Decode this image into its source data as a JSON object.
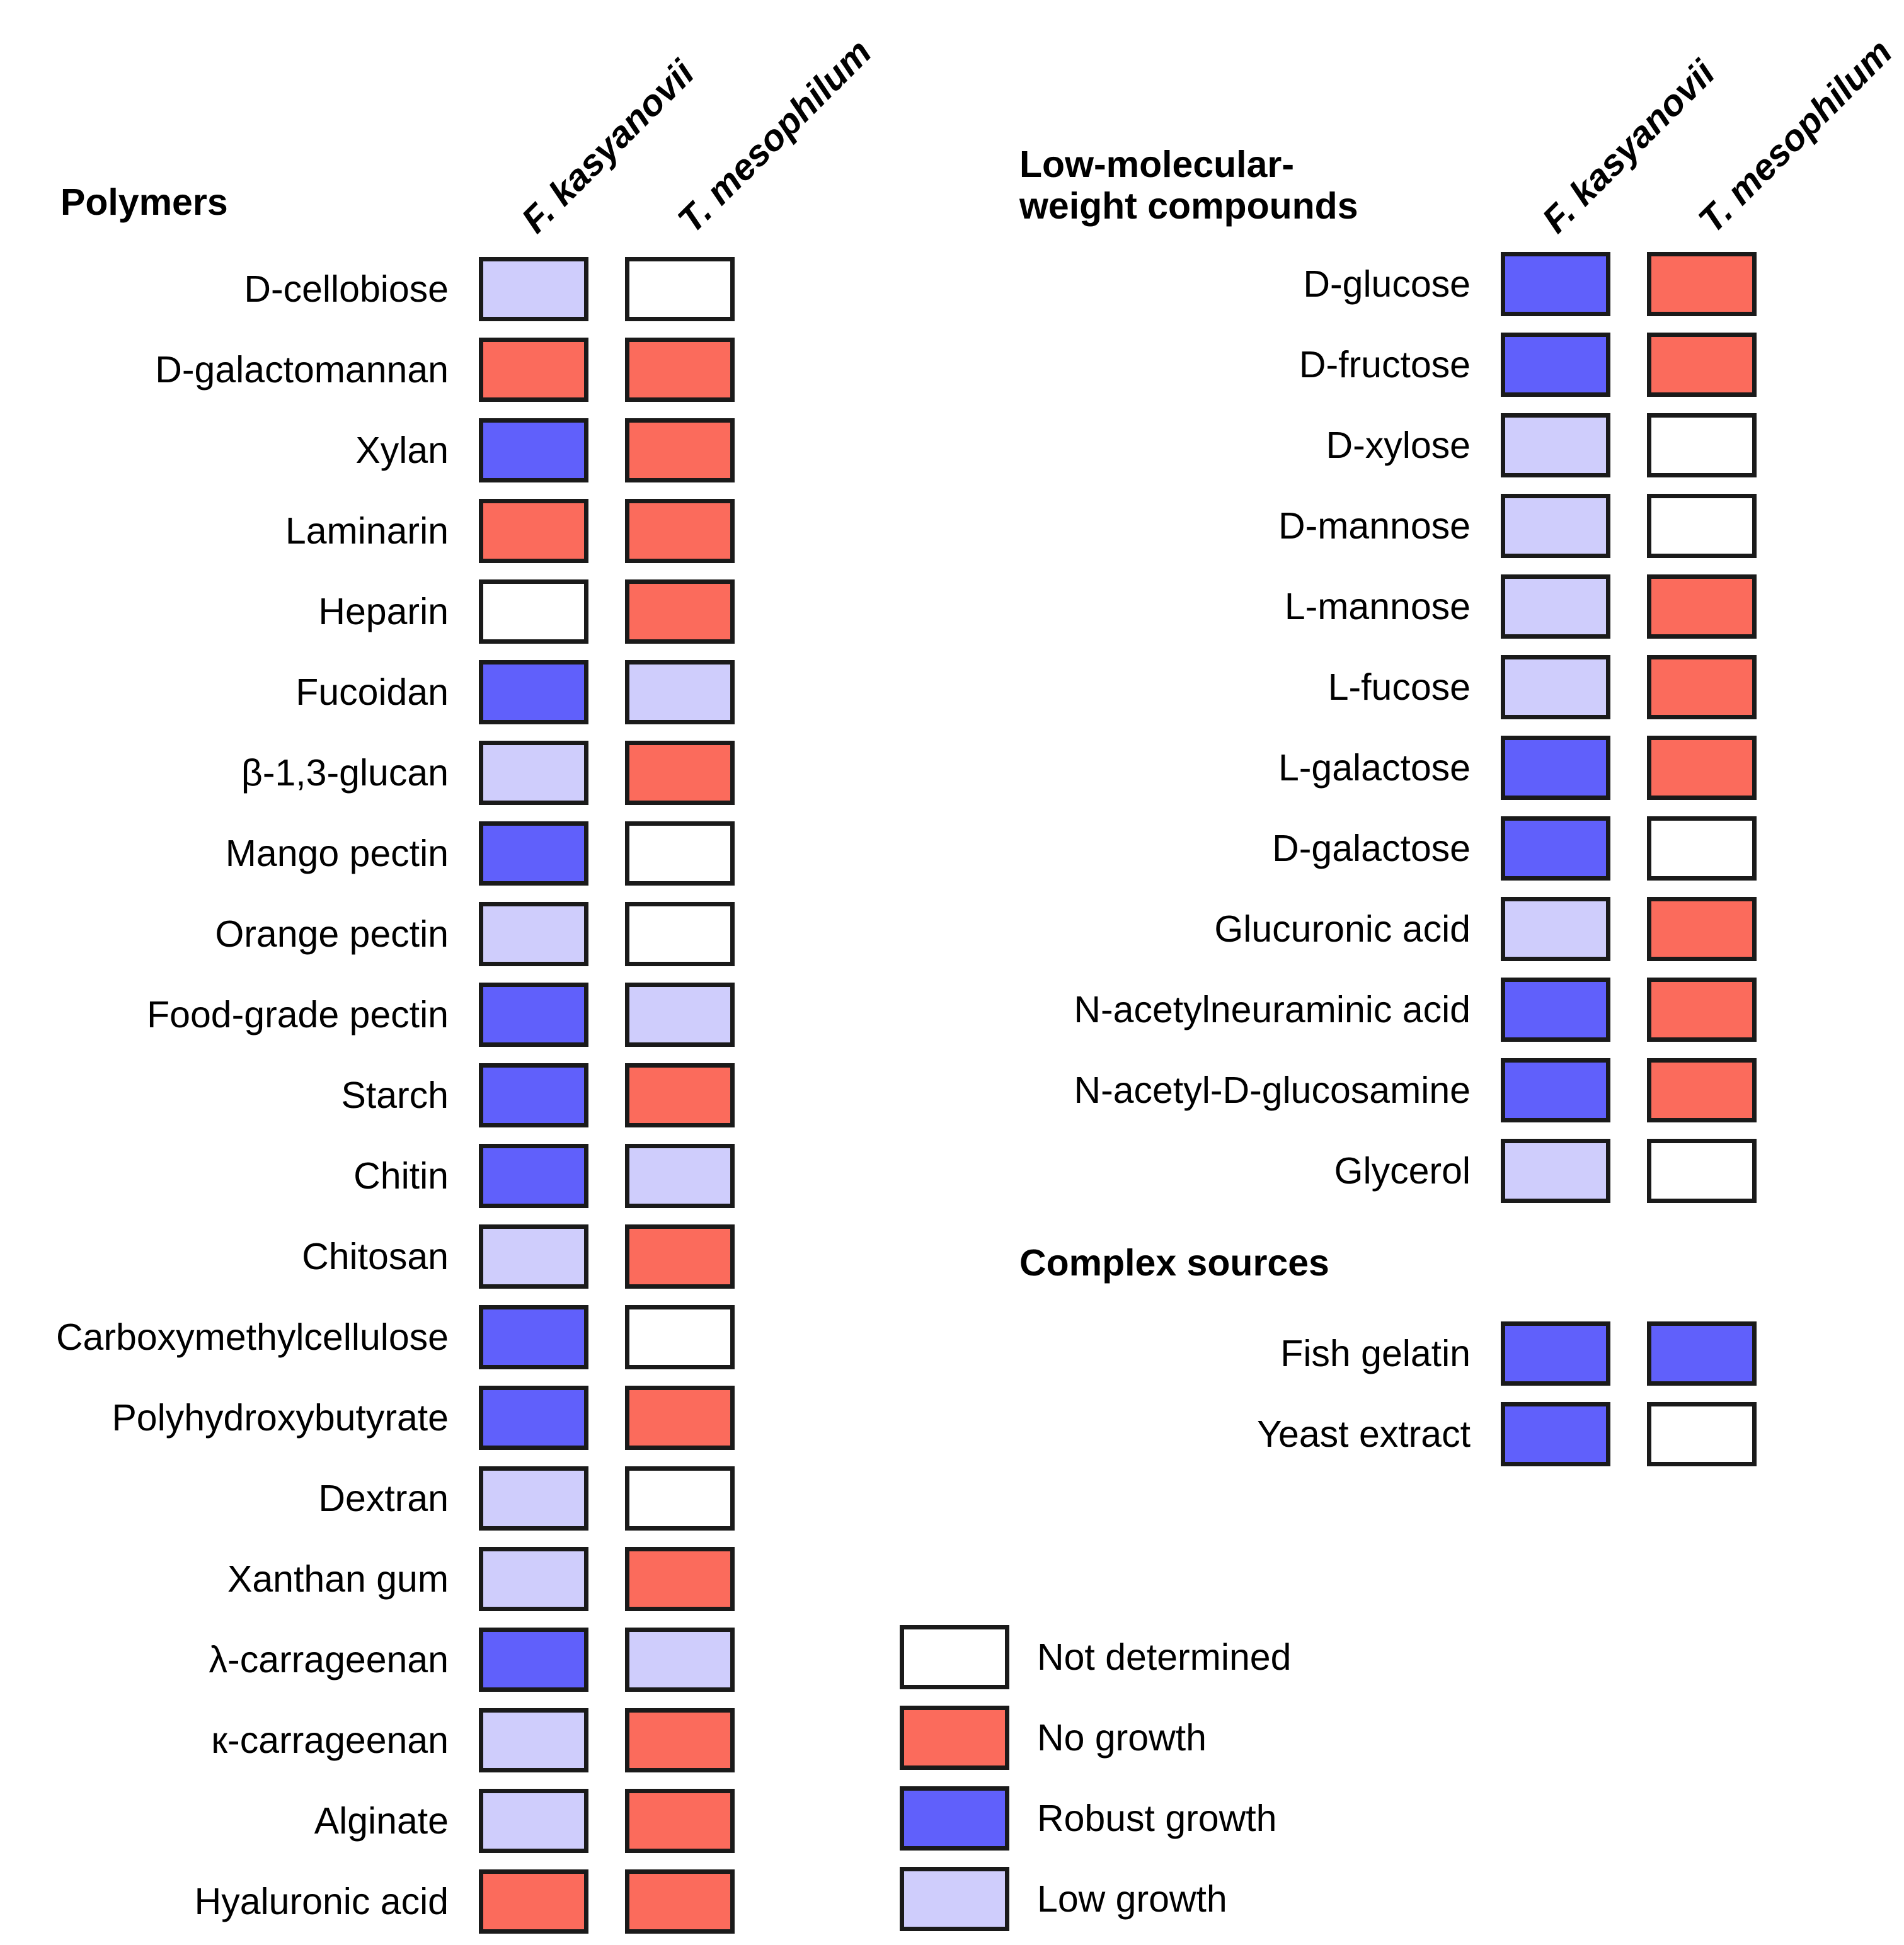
{
  "legend": {
    "items": [
      {
        "label": "Not determined",
        "key": "nd",
        "color": "#ffffff"
      },
      {
        "label": "No growth",
        "key": "no",
        "color": "#fb6b5c"
      },
      {
        "label": "Robust growth",
        "key": "robust",
        "color": "#6060fb"
      },
      {
        "label": "Low growth",
        "key": "low",
        "color": "#cfcdfc"
      }
    ]
  },
  "columns": [
    {
      "id": "fk",
      "label": "F. kasyanovii"
    },
    {
      "id": "tm",
      "label": "T. mesophilum"
    }
  ],
  "left_panel": {
    "heading": "Polymers",
    "col_headers": [
      "F. kasyanovii",
      "T. mesophilum"
    ],
    "rows": [
      {
        "label": "D-cellobiose",
        "fk": "low",
        "tm": "nd"
      },
      {
        "label": "D-galactomannan",
        "fk": "no",
        "tm": "no"
      },
      {
        "label": "Xylan",
        "fk": "robust",
        "tm": "no"
      },
      {
        "label": "Laminarin",
        "fk": "no",
        "tm": "no"
      },
      {
        "label": "Heparin",
        "fk": "nd",
        "tm": "no"
      },
      {
        "label": "Fucoidan",
        "fk": "robust",
        "tm": "low"
      },
      {
        "label": "β-1,3-glucan",
        "fk": "low",
        "tm": "no"
      },
      {
        "label": "Mango pectin",
        "fk": "robust",
        "tm": "nd"
      },
      {
        "label": "Orange pectin",
        "fk": "low",
        "tm": "nd"
      },
      {
        "label": "Food-grade pectin",
        "fk": "robust",
        "tm": "low"
      },
      {
        "label": "Starch",
        "fk": "robust",
        "tm": "no"
      },
      {
        "label": "Chitin",
        "fk": "robust",
        "tm": "low"
      },
      {
        "label": "Chitosan",
        "fk": "low",
        "tm": "no"
      },
      {
        "label": "Carboxymethylcellulose",
        "fk": "robust",
        "tm": "nd"
      },
      {
        "label": "Polyhydroxybutyrate",
        "fk": "robust",
        "tm": "no"
      },
      {
        "label": "Dextran",
        "fk": "low",
        "tm": "nd"
      },
      {
        "label": "Xanthan gum",
        "fk": "low",
        "tm": "no"
      },
      {
        "label": "λ-carrageenan",
        "fk": "robust",
        "tm": "low"
      },
      {
        "label": "к-carrageenan",
        "fk": "low",
        "tm": "no"
      },
      {
        "label": "Alginate",
        "fk": "low",
        "tm": "no"
      },
      {
        "label": "Hyaluronic acid",
        "fk": "no",
        "tm": "no"
      }
    ]
  },
  "right_panel": {
    "heading_line1": "Low-molecular-",
    "heading_line2": "weight compounds",
    "col_headers": [
      "F. kasyanovii",
      "T. mesophilum"
    ],
    "rows": [
      {
        "label": "D-glucose",
        "fk": "robust",
        "tm": "no"
      },
      {
        "label": "D-fructose",
        "fk": "robust",
        "tm": "no"
      },
      {
        "label": "D-xylose",
        "fk": "low",
        "tm": "nd"
      },
      {
        "label": "D-mannose",
        "fk": "low",
        "tm": "nd"
      },
      {
        "label": "L-mannose",
        "fk": "low",
        "tm": "no"
      },
      {
        "label": "L-fucose",
        "fk": "low",
        "tm": "no"
      },
      {
        "label": "L-galactose",
        "fk": "robust",
        "tm": "no"
      },
      {
        "label": "D-galactose",
        "fk": "robust",
        "tm": "nd"
      },
      {
        "label": "Glucuronic acid",
        "fk": "low",
        "tm": "no"
      },
      {
        "label": "N-acetylneuraminic acid",
        "fk": "robust",
        "tm": "no"
      },
      {
        "label": "N-acetyl-D-glucosamine",
        "fk": "robust",
        "tm": "no"
      },
      {
        "label": "Glycerol",
        "fk": "low",
        "tm": "nd"
      }
    ]
  },
  "complex_panel": {
    "heading": "Complex sources",
    "rows": [
      {
        "label": "Fish gelatin",
        "fk": "robust",
        "tm": "robust"
      },
      {
        "label": "Yeast extract",
        "fk": "robust",
        "tm": "nd"
      }
    ]
  },
  "chart_data": {
    "type": "heatmap",
    "title": "",
    "xlabel": "",
    "ylabel": "",
    "legend_position": "bottom-center",
    "grid": false,
    "categories_x": [
      "F. kasyanovii",
      "T. mesophilum"
    ],
    "value_scale": {
      "nd": "Not determined",
      "no": "No growth",
      "robust": "Robust growth",
      "low": "Low growth"
    },
    "colors": {
      "nd": "#ffffff",
      "no": "#fb6b5c",
      "robust": "#6060fb",
      "low": "#cfcdfc",
      "border": "#1a1a1a"
    },
    "groups": [
      {
        "name": "Polymers",
        "categories_y": [
          "D-cellobiose",
          "D-galactomannan",
          "Xylan",
          "Laminarin",
          "Heparin",
          "Fucoidan",
          "β-1,3-glucan",
          "Mango pectin",
          "Orange pectin",
          "Food-grade pectin",
          "Starch",
          "Chitin",
          "Chitosan",
          "Carboxymethylcellulose",
          "Polyhydroxybutyrate",
          "Dextran",
          "Xanthan gum",
          "λ-carrageenan",
          "к-carrageenan",
          "Alginate",
          "Hyaluronic acid"
        ],
        "values": [
          [
            "low",
            "nd"
          ],
          [
            "no",
            "no"
          ],
          [
            "robust",
            "no"
          ],
          [
            "no",
            "no"
          ],
          [
            "nd",
            "no"
          ],
          [
            "robust",
            "low"
          ],
          [
            "low",
            "no"
          ],
          [
            "robust",
            "nd"
          ],
          [
            "low",
            "nd"
          ],
          [
            "robust",
            "low"
          ],
          [
            "robust",
            "no"
          ],
          [
            "robust",
            "low"
          ],
          [
            "low",
            "no"
          ],
          [
            "robust",
            "nd"
          ],
          [
            "robust",
            "no"
          ],
          [
            "low",
            "nd"
          ],
          [
            "low",
            "no"
          ],
          [
            "robust",
            "low"
          ],
          [
            "low",
            "no"
          ],
          [
            "low",
            "no"
          ],
          [
            "no",
            "no"
          ]
        ]
      },
      {
        "name": "Low-molecular-weight compounds",
        "categories_y": [
          "D-glucose",
          "D-fructose",
          "D-xylose",
          "D-mannose",
          "L-mannose",
          "L-fucose",
          "L-galactose",
          "D-galactose",
          "Glucuronic acid",
          "N-acetylneuraminic acid",
          "N-acetyl-D-glucosamine",
          "Glycerol"
        ],
        "values": [
          [
            "robust",
            "no"
          ],
          [
            "robust",
            "no"
          ],
          [
            "low",
            "nd"
          ],
          [
            "low",
            "nd"
          ],
          [
            "low",
            "no"
          ],
          [
            "low",
            "no"
          ],
          [
            "robust",
            "no"
          ],
          [
            "robust",
            "nd"
          ],
          [
            "low",
            "no"
          ],
          [
            "robust",
            "no"
          ],
          [
            "robust",
            "no"
          ],
          [
            "low",
            "nd"
          ]
        ]
      },
      {
        "name": "Complex sources",
        "categories_y": [
          "Fish gelatin",
          "Yeast extract"
        ],
        "values": [
          [
            "robust",
            "robust"
          ],
          [
            "robust",
            "nd"
          ]
        ]
      }
    ]
  }
}
